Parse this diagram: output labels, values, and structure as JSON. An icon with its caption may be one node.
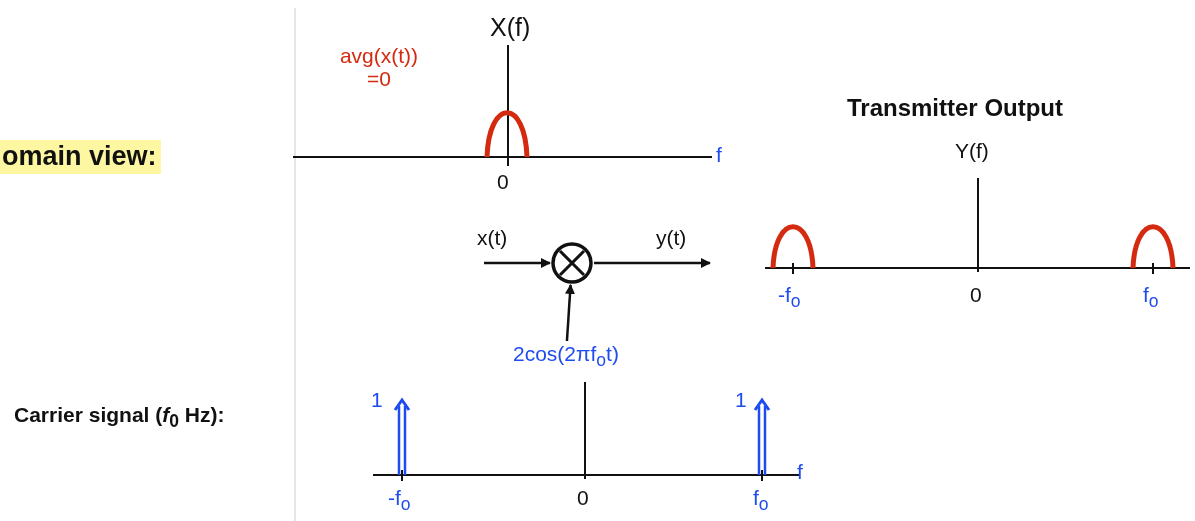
{
  "diagram": {
    "title": "omain view:",
    "nodes": [
      {
        "text": [],
        "shape": "circle"
      },
      {
        "text": [
          "2cos(2πf$_{o}$t)"
        ]
      }
    ],
    "edges": [
      {
        "from": null,
        "to": 0,
        "arrow": "to",
        "label": "x(t)"
      },
      {
        "from": 0,
        "to": null,
        "arrow": "to",
        "label": "y(t)"
      },
      {
        "from": 1,
        "to": 0,
        "arrow": "to"
      }
    ],
    "labels": [
      "X(f)",
      "avg(x(t)) =0",
      "f",
      "0",
      "Transmitter Output",
      "Y(f)",
      "-f$_{o}$",
      "0",
      "f$_{o}$",
      "Carrier signal (*f*$_{0}$ Hz):",
      "1",
      "1",
      "f",
      "-f$_{o}$",
      "0",
      "f$_{o}$"
    ]
  }
}
